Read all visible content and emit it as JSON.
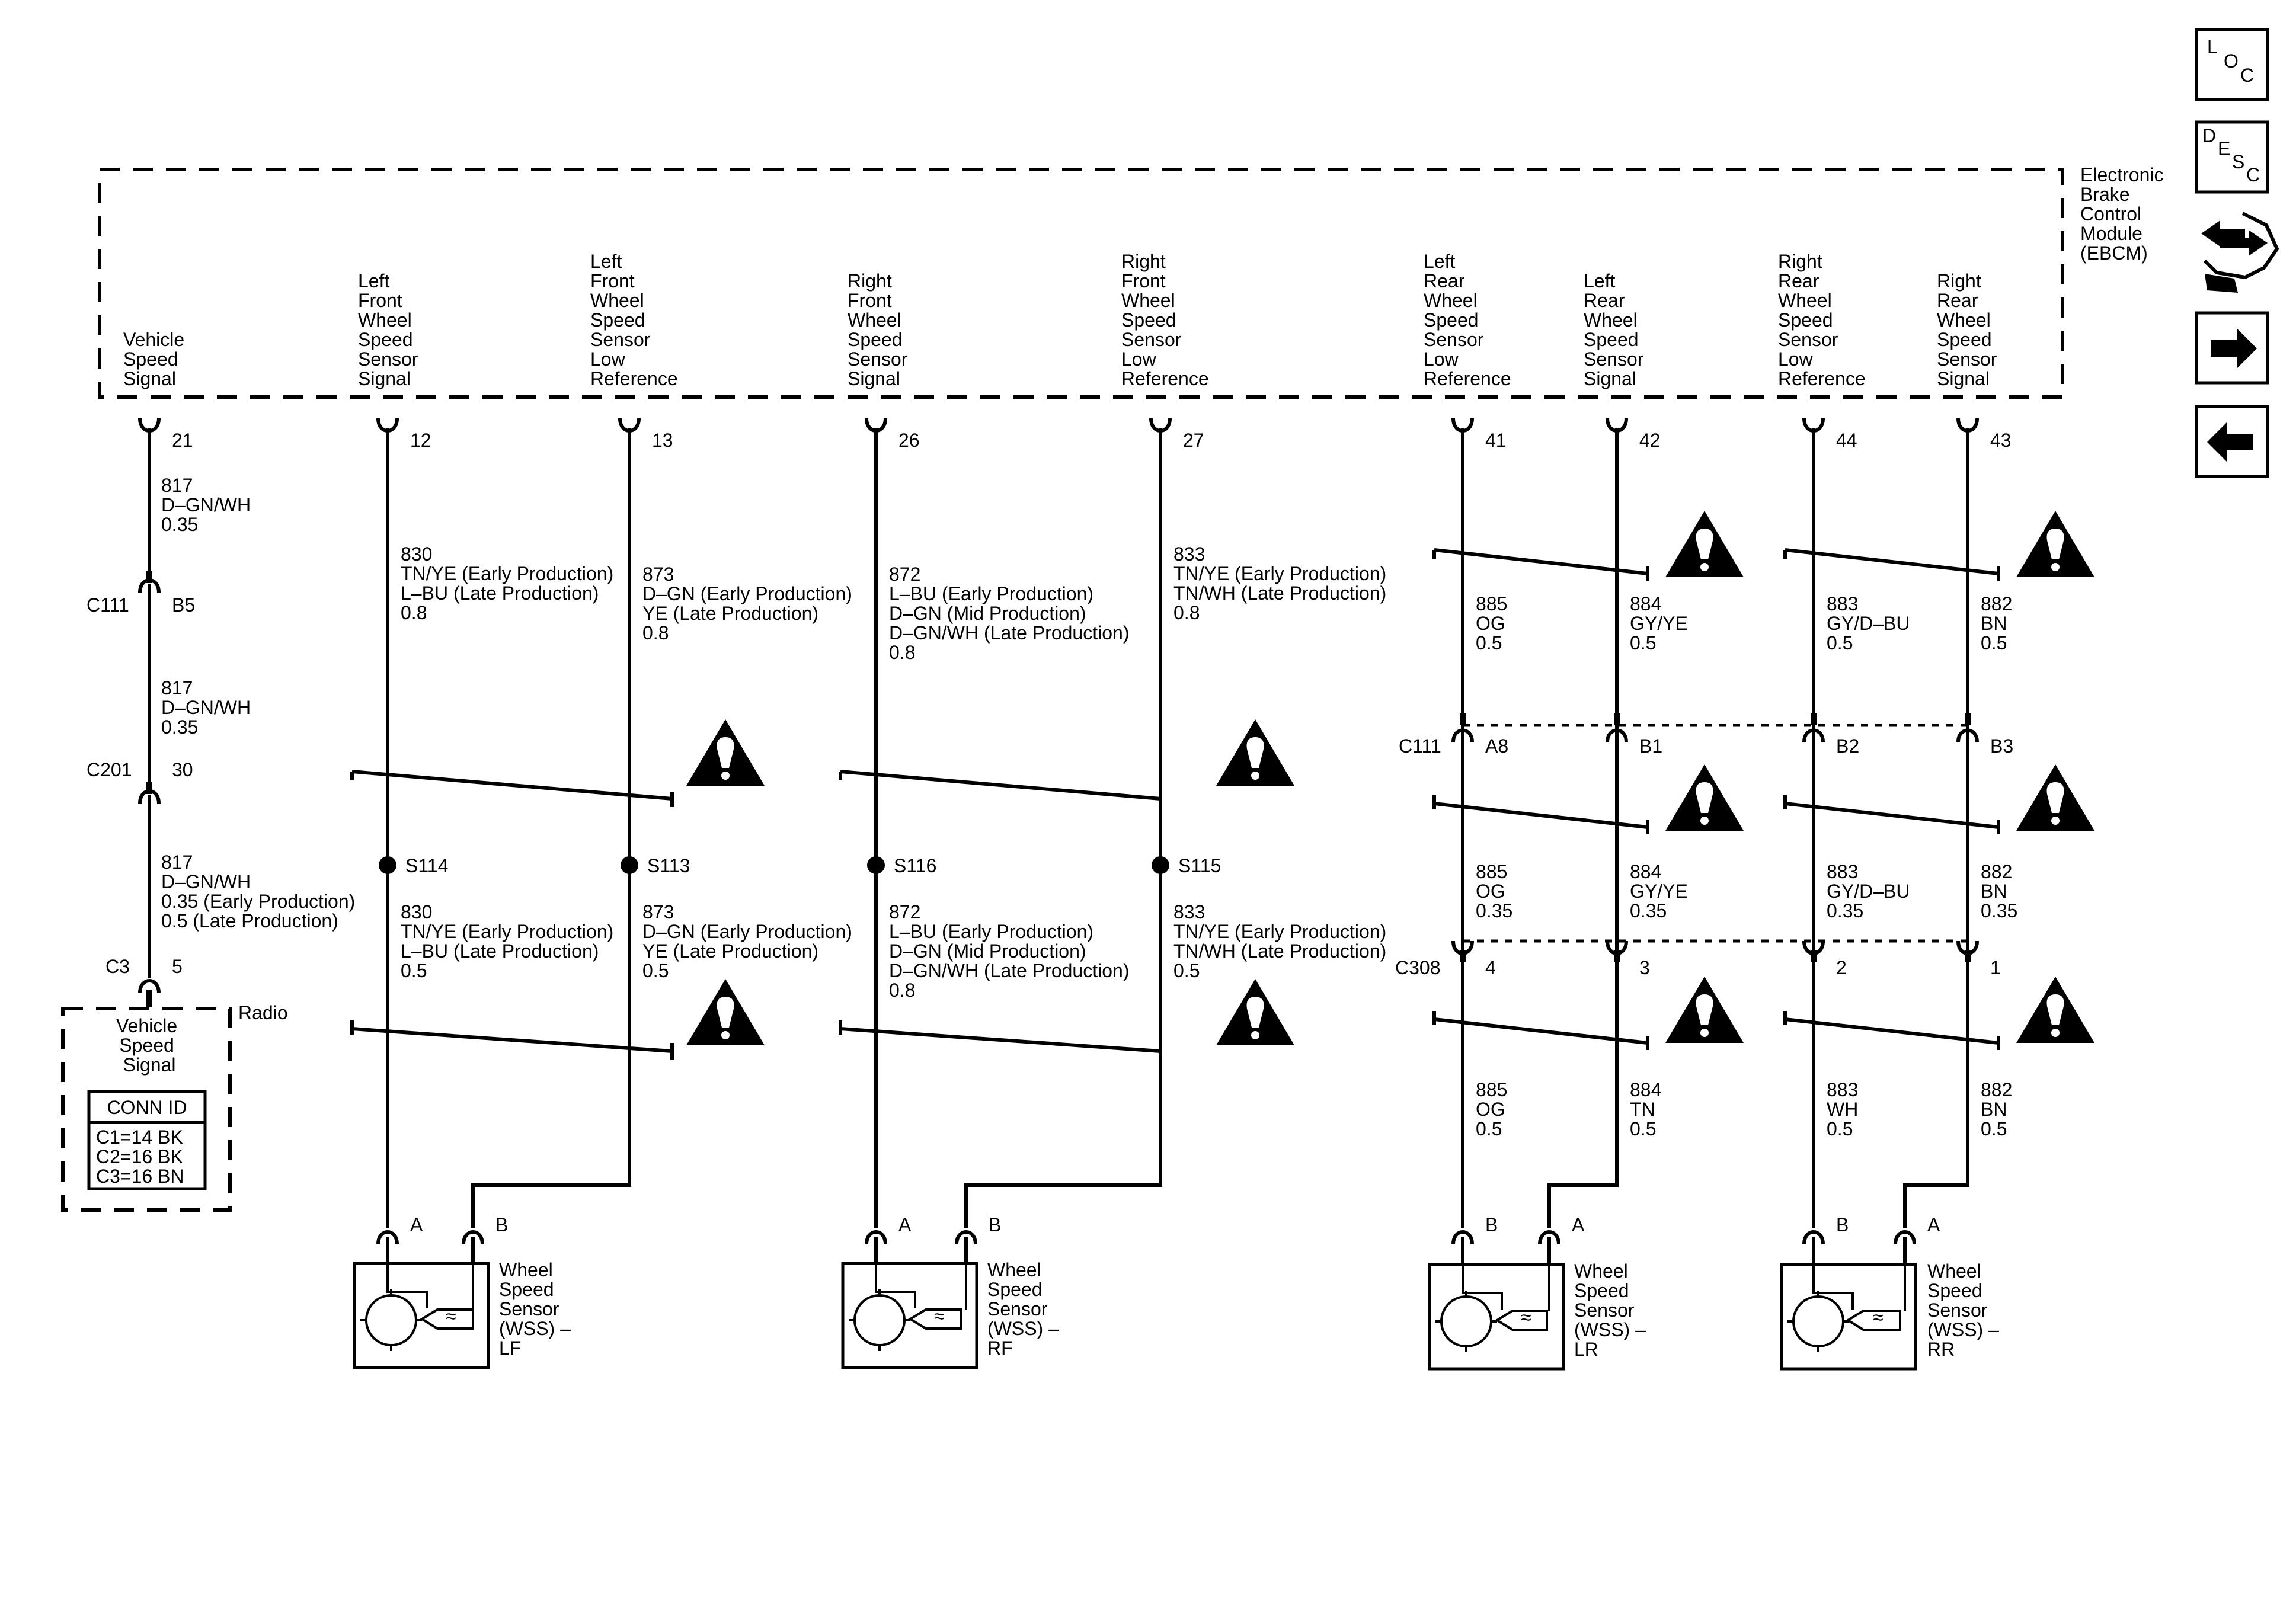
{
  "module": {
    "name_lines": [
      "Electronic",
      "Brake",
      "Control",
      "Module",
      "(EBCM)"
    ]
  },
  "side_buttons": {
    "loc": [
      "L",
      "O",
      "C"
    ],
    "desc": [
      "D",
      "E",
      "S",
      "C"
    ],
    "icons": [
      "connector-flow-icon",
      "arrow-right-icon",
      "arrow-left-icon"
    ]
  },
  "circuits": [
    {
      "id": "vss",
      "label_lines": [
        "Vehicle",
        "Speed",
        "Signal"
      ],
      "pin": "21"
    },
    {
      "id": "lf-sig",
      "label_lines": [
        "Left",
        "Front",
        "Wheel",
        "Speed",
        "Sensor",
        "Signal"
      ],
      "pin": "12"
    },
    {
      "id": "lf-ref",
      "label_lines": [
        "Left",
        "Front",
        "Wheel",
        "Speed",
        "Sensor",
        "Low",
        "Reference"
      ],
      "pin": "13"
    },
    {
      "id": "rf-sig",
      "label_lines": [
        "Right",
        "Front",
        "Wheel",
        "Speed",
        "Sensor",
        "Signal"
      ],
      "pin": "26"
    },
    {
      "id": "rf-ref",
      "label_lines": [
        "Right",
        "Front",
        "Wheel",
        "Speed",
        "Sensor",
        "Low",
        "Reference"
      ],
      "pin": "27"
    },
    {
      "id": "lr-ref",
      "label_lines": [
        "Left",
        "Rear",
        "Wheel",
        "Speed",
        "Sensor",
        "Low",
        "Reference"
      ],
      "pin": "41"
    },
    {
      "id": "lr-sig",
      "label_lines": [
        "Left",
        "Rear",
        "Wheel",
        "Speed",
        "Sensor",
        "Signal"
      ],
      "pin": "42"
    },
    {
      "id": "rr-ref",
      "label_lines": [
        "Right",
        "Rear",
        "Wheel",
        "Speed",
        "Sensor",
        "Low",
        "Reference"
      ],
      "pin": "44"
    },
    {
      "id": "rr-sig",
      "label_lines": [
        "Right",
        "Rear",
        "Wheel",
        "Speed",
        "Sensor",
        "Signal"
      ],
      "pin": "43"
    }
  ],
  "vss_path": {
    "seg1": [
      "817",
      "D–GN/WH",
      "0.35"
    ],
    "c111": {
      "name": "C111",
      "pin": "B5"
    },
    "seg2": [
      "817",
      "D–GN/WH",
      "0.35"
    ],
    "c201": {
      "name": "C201",
      "pin": "30"
    },
    "seg3": [
      "817",
      "D–GN/WH",
      "0.35 (Early Production)",
      "0.5 (Late Production)"
    ],
    "c3": {
      "name": "C3",
      "pin": "5"
    }
  },
  "radio": {
    "name": "Radio",
    "inner_lines": [
      "Vehicle",
      "Speed",
      "Signal"
    ],
    "conn_title": "CONN ID",
    "conn_rows": [
      "C1=14 BK",
      "C2=16 BK",
      "C3=16 BN"
    ]
  },
  "front_wires": {
    "lf_sig_upper": [
      "830",
      "TN/YE (Early Production)",
      "L–BU (Late Production)",
      "0.8"
    ],
    "lf_ref_upper": [
      "873",
      "D–GN (Early Production)",
      "YE (Late Production)",
      "0.8"
    ],
    "rf_sig_upper": [
      "872",
      "L–BU (Early Production)",
      "D–GN (Mid Production)",
      "D–GN/WH (Late Production)",
      "0.8"
    ],
    "rf_ref_upper": [
      "833",
      "TN/YE (Early Production)",
      "TN/WH (Late Production)",
      "0.8"
    ],
    "lf_sig_lower": [
      "830",
      "TN/YE (Early Production)",
      "L–BU (Late Production)",
      "0.5"
    ],
    "lf_ref_lower": [
      "873",
      "D–GN (Early Production)",
      "YE (Late Production)",
      "0.5"
    ],
    "rf_sig_lower": [
      "872",
      "L–BU (Early Production)",
      "D–GN (Mid Production)",
      "D–GN/WH (Late Production)",
      "0.8"
    ],
    "rf_ref_lower": [
      "833",
      "TN/YE (Early Production)",
      "TN/WH (Late Production)",
      "0.5"
    ]
  },
  "splices": [
    "S114",
    "S113",
    "S116",
    "S115"
  ],
  "rear_wires": {
    "upper": [
      [
        "885",
        "OG",
        "0.5"
      ],
      [
        "884",
        "GY/YE",
        "0.5"
      ],
      [
        "883",
        "GY/D–BU",
        "0.5"
      ],
      [
        "882",
        "BN",
        "0.5"
      ]
    ],
    "middle": [
      [
        "885",
        "OG",
        "0.35"
      ],
      [
        "884",
        "GY/YE",
        "0.35"
      ],
      [
        "883",
        "GY/D–BU",
        "0.35"
      ],
      [
        "882",
        "BN",
        "0.35"
      ]
    ],
    "lower": [
      [
        "885",
        "OG",
        "0.5"
      ],
      [
        "884",
        "TN",
        "0.5"
      ],
      [
        "883",
        "WH",
        "0.5"
      ],
      [
        "882",
        "BN",
        "0.5"
      ]
    ]
  },
  "rear_c111": {
    "name": "C111",
    "pins": [
      "A8",
      "B1",
      "B2",
      "B3"
    ]
  },
  "rear_c308": {
    "name": "C308",
    "pins": [
      "4",
      "3",
      "2",
      "1"
    ]
  },
  "sensors": [
    {
      "id": "lf",
      "left_pin": "A",
      "right_pin": "B",
      "label_lines": [
        "Wheel",
        "Speed",
        "Sensor",
        "(WSS) –",
        "LF"
      ]
    },
    {
      "id": "rf",
      "left_pin": "A",
      "right_pin": "B",
      "label_lines": [
        "Wheel",
        "Speed",
        "Sensor",
        "(WSS) –",
        "RF"
      ]
    },
    {
      "id": "lr",
      "left_pin": "B",
      "right_pin": "A",
      "label_lines": [
        "Wheel",
        "Speed",
        "Sensor",
        "(WSS) –",
        "LR"
      ]
    },
    {
      "id": "rr",
      "left_pin": "B",
      "right_pin": "A",
      "label_lines": [
        "Wheel",
        "Speed",
        "Sensor",
        "(WSS) –",
        "RR"
      ]
    }
  ]
}
